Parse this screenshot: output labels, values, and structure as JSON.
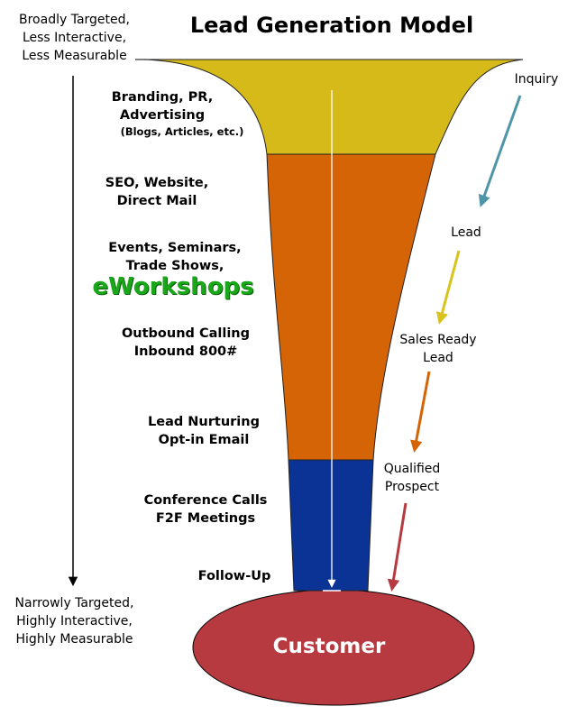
{
  "title": "Lead Generation Model",
  "axis": {
    "top_label": [
      "Broadly Targeted,",
      "Less Interactive,",
      "Less Measurable"
    ],
    "bottom_label": [
      "Narrowly Targeted,",
      "Highly Interactive,",
      "Highly Measurable"
    ]
  },
  "funnel": {
    "colors": {
      "top": "#d6ba1a",
      "middle": "#d46406",
      "bottom": "#0b3295",
      "customer": "#b73a40"
    },
    "tactics": [
      {
        "lines": [
          "Branding, PR,",
          "Advertising"
        ],
        "note": "(Blogs, Articles, etc.)"
      },
      {
        "lines": [
          "SEO, Website,",
          "Direct Mail"
        ]
      },
      {
        "lines": [
          "Events, Seminars,",
          "Trade Shows,"
        ],
        "highlight": "eWorkshops"
      },
      {
        "lines": [
          "Outbound Calling",
          "Inbound 800#"
        ]
      },
      {
        "lines": [
          "Lead Nurturing",
          "Opt-in Email"
        ]
      },
      {
        "lines": [
          "Conference Calls",
          "F2F Meetings"
        ]
      },
      {
        "lines": [
          "Follow-Up"
        ]
      }
    ],
    "outcome": "Customer"
  },
  "stages": [
    {
      "lines": [
        "Inquiry"
      ],
      "arrow_color": "#4f95a8"
    },
    {
      "lines": [
        "Lead"
      ],
      "arrow_color": "#d8c41c"
    },
    {
      "lines": [
        "Sales Ready",
        "Lead"
      ],
      "arrow_color": "#d46406"
    },
    {
      "lines": [
        "Qualified",
        "Prospect"
      ],
      "arrow_color": "#b73a40"
    }
  ]
}
